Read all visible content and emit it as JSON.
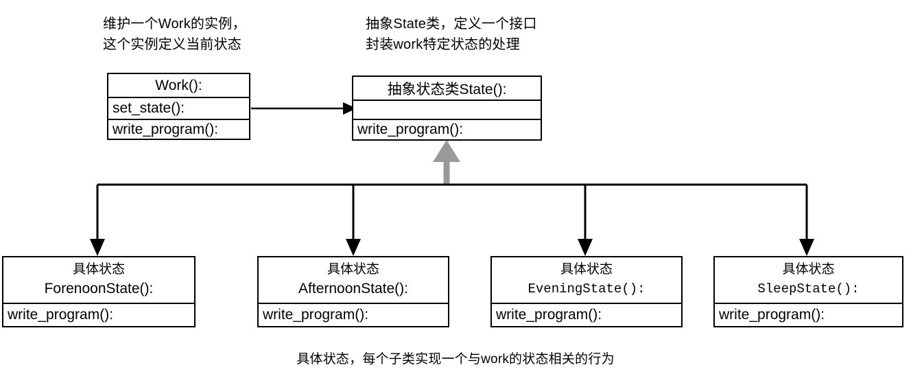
{
  "diagram": {
    "title_caption": "具体状态，每个子类实现一个与work的状态相关的行为",
    "notes": {
      "work_note": "维护一个Work的实例，\n这个实例定义当前状态",
      "state_note": "抽象State类，定义一个接口\n封装work特定状态的处理"
    },
    "colors": {
      "stroke": "#000000",
      "inheritance_arrow": "#999999",
      "background": "#ffffff"
    },
    "context_class": {
      "name": "Work():",
      "attribute": "set_state():",
      "operation": "write_program():"
    },
    "abstract_class": {
      "name": "抽象状态类State():",
      "attribute": "",
      "operation": "write_program():"
    },
    "concrete_classes": [
      {
        "stereotype": "具体状态",
        "name": "ForenoonState():",
        "operation": "write_program():",
        "font": "sans"
      },
      {
        "stereotype": "具体状态",
        "name": "AfternoonState():",
        "operation": "write_program():",
        "font": "sans"
      },
      {
        "stereotype": "具体状态",
        "name": "EveningState():",
        "operation": "write_program():",
        "font": "mono"
      },
      {
        "stereotype": "具体状态",
        "name": "SleepState():",
        "operation": "write_program():",
        "font": "mono"
      }
    ]
  }
}
